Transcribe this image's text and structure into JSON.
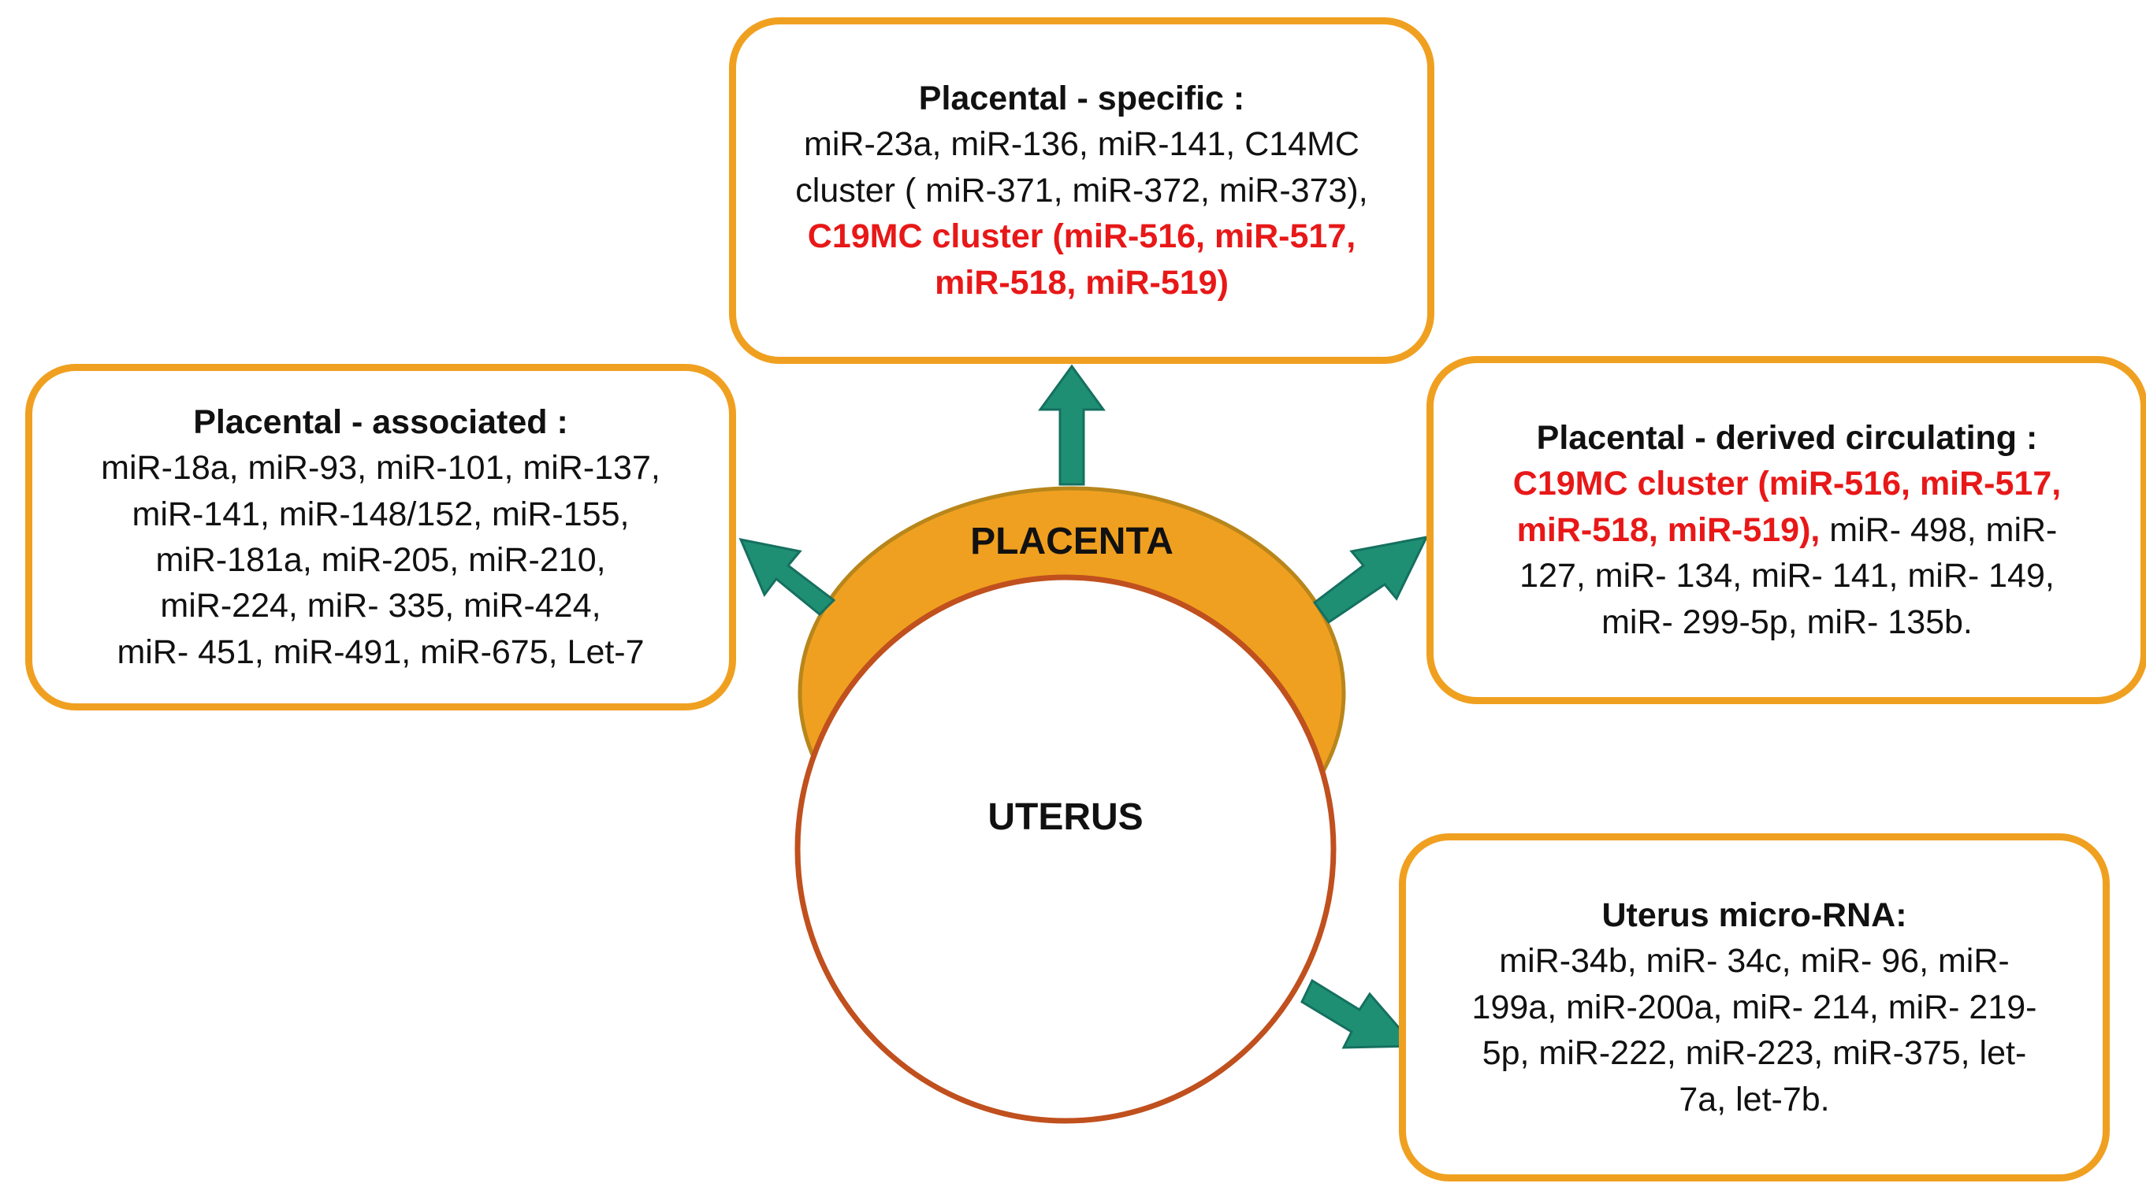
{
  "colors": {
    "box_border": "#f0a020",
    "placenta_fill": "#f0a020",
    "placenta_stroke": "#b8861b",
    "uterus_stroke": "#c0501e",
    "arrow_fill": "#1f8f73",
    "highlight_text": "#e81818"
  },
  "organs": {
    "placenta": "PLACENTA",
    "uterus": "UTERUS"
  },
  "boxes": {
    "specific": {
      "title": "Placental - specific :",
      "lines": [
        "miR-23a, miR-136, miR-141, C14MC",
        "cluster ( miR-371, miR-372, miR-373),"
      ],
      "red_lines": [
        "C19MC cluster (miR-516, miR-517,",
        "miR-518, miR-519)"
      ]
    },
    "associated": {
      "title": "Placental - associated :",
      "lines": [
        "miR-18a, miR-93, miR-101, miR-137,",
        "miR-141, miR-148/152, miR-155,",
        "miR-181a, miR-205, miR-210,",
        "miR-224, miR- 335, miR-424,",
        "miR- 451, miR-491, miR-675, Let-7"
      ]
    },
    "derived": {
      "title": "Placental - derived circulating :",
      "red_line": "C19MC cluster (miR-516, miR-517,",
      "mixed_red": "miR-518, miR-519),",
      "mixed_black": " miR- 498, miR-",
      "lines": [
        "127, miR- 134, miR- 141, miR- 149,",
        "miR- 299-5p, miR- 135b."
      ]
    },
    "uterus": {
      "title": "Uterus micro-RNA:",
      "lines": [
        "miR-34b, miR- 34c, miR- 96, miR-",
        "199a, miR-200a, miR- 214, miR- 219-",
        "5p, miR-222, miR-223, miR-375, let-",
        "7a, let-7b."
      ]
    }
  }
}
